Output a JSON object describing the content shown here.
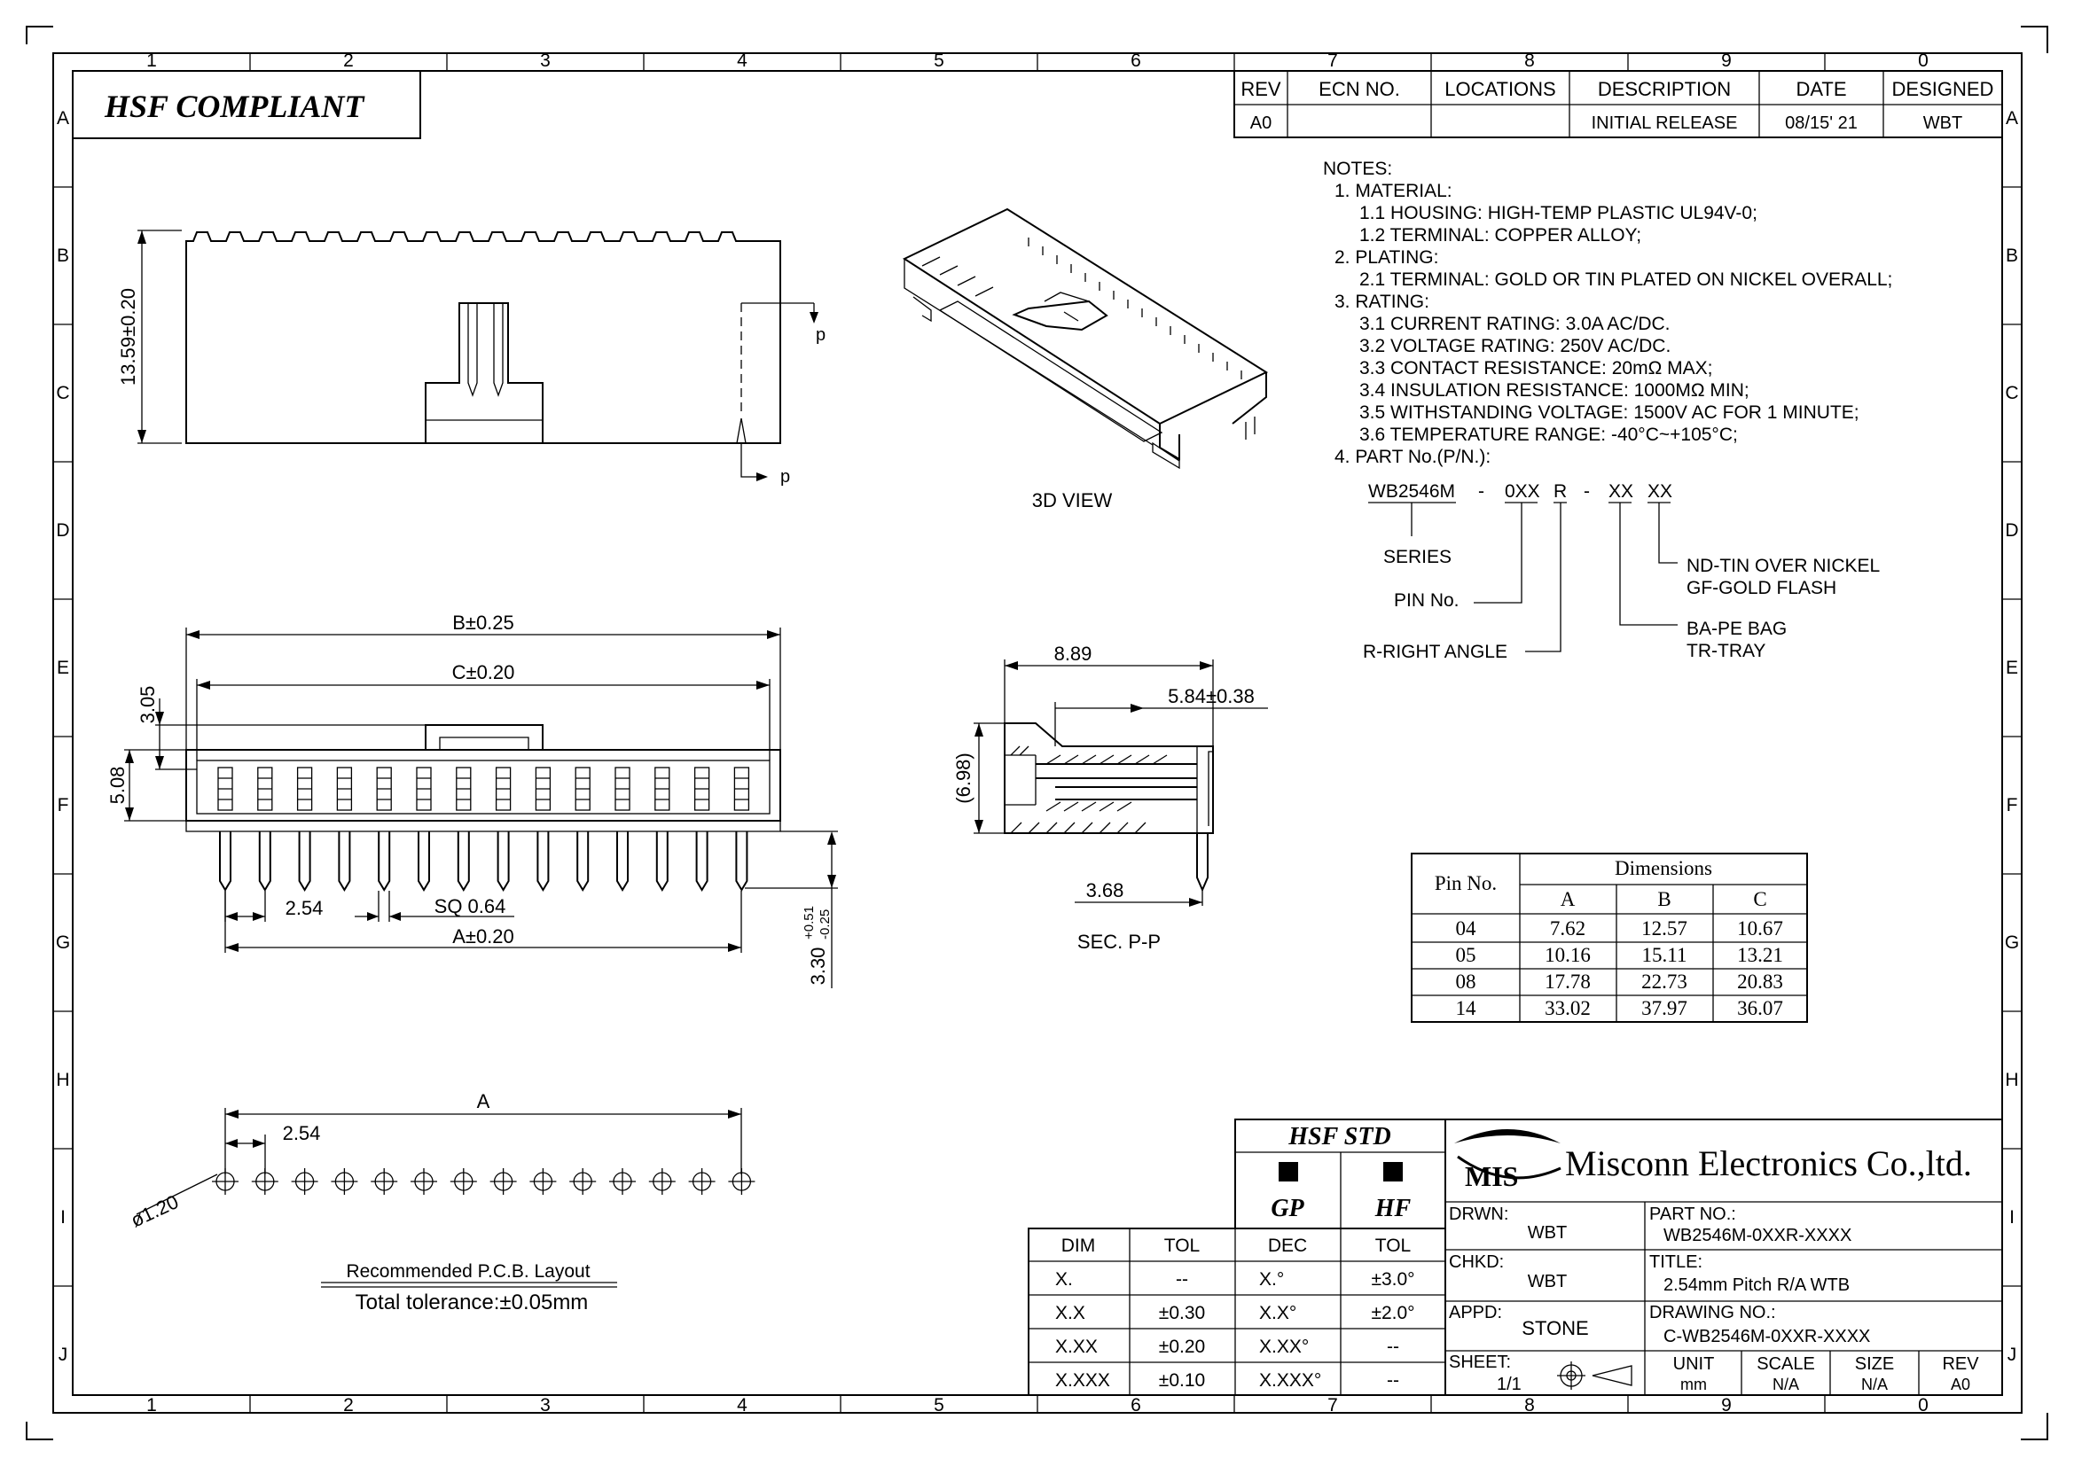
{
  "frame": {
    "cols_top": [
      "1",
      "2",
      "3",
      "4",
      "5",
      "6",
      "7",
      "8",
      "9",
      "0"
    ],
    "rows_left": [
      "A",
      "B",
      "C",
      "D",
      "E",
      "F",
      "G",
      "H",
      "I",
      "J"
    ]
  },
  "hsf_compliant": "HSF COMPLIANT",
  "revision_table": {
    "headers": [
      "REV",
      "ECN NO.",
      "LOCATIONS",
      "DESCRIPTION",
      "DATE",
      "DESIGNED"
    ],
    "row": [
      "A0",
      "",
      "",
      "INITIAL RELEASE",
      "08/15' 21",
      "WBT"
    ]
  },
  "notes": {
    "lines": [
      "NOTES:",
      "1. MATERIAL:",
      "1.1 HOUSING: HIGH-TEMP PLASTIC UL94V-0;",
      "1.2 TERMINAL: COPPER ALLOY;",
      "2. PLATING:",
      "2.1 TERMINAL: GOLD OR TIN PLATED ON NICKEL OVERALL;",
      "3. RATING:",
      "3.1 CURRENT RATING: 3.0A AC/DC.",
      "3.2 VOLTAGE RATING: 250V AC/DC.",
      "3.3 CONTACT RESISTANCE: 20mΩ MAX;",
      "3.4 INSULATION RESISTANCE: 1000MΩ MIN;",
      "3.5 WITHSTANDING VOLTAGE: 1500V AC FOR 1 MINUTE;",
      "3.6 TEMPERATURE RANGE: -40°C~+105°C;",
      "4. PART No.(P/N.):"
    ]
  },
  "part_number": {
    "segments": [
      "WB2546M",
      "-",
      "0XX",
      "R",
      "-",
      "XX",
      "XX"
    ],
    "series": "SERIES",
    "pin_no": "PIN No.",
    "right_angle": "R-RIGHT ANGLE",
    "packing_1": "BA-PE BAG",
    "packing_2": "TR-TRAY",
    "plating_1": "ND-TIN OVER NICKEL",
    "plating_2": "GF-GOLD FLASH"
  },
  "views": {
    "view_3d": "3D VIEW",
    "section": "SEC. P-P",
    "section_mark": "p",
    "pcb_title": "Recommended P.C.B. Layout",
    "pcb_tol": "Total tolerance:±0.05mm"
  },
  "dims": {
    "height_side": "13.59±0.20",
    "b": "B±0.25",
    "c": "C±0.20",
    "d305": "3.05",
    "d508": "5.08",
    "pitch": "2.54",
    "sq": "SQ 0.64",
    "a": "A±0.20",
    "tail": "3.30",
    "tail_up": "+0.51",
    "tail_dn": "-0.25",
    "s889": "8.89",
    "s584": "5.84±0.38",
    "s698": "(6.98)",
    "s368": "3.68",
    "pcb_a": "A",
    "pcb_pitch": "2.54",
    "hole": "ø1.20"
  },
  "dimensions_table": {
    "title": "Dimensions",
    "pin_header": "Pin No.",
    "cols": [
      "A",
      "B",
      "C"
    ],
    "rows": [
      [
        "04",
        "7.62",
        "12.57",
        "10.67"
      ],
      [
        "05",
        "10.16",
        "15.11",
        "13.21"
      ],
      [
        "08",
        "17.78",
        "22.73",
        "20.83"
      ],
      [
        "14",
        "33.02",
        "37.97",
        "36.07"
      ]
    ]
  },
  "tolerance_table": {
    "headers": [
      "DIM",
      "TOL",
      "DEC",
      "TOL"
    ],
    "rows": [
      [
        "X.",
        "--",
        "X.°",
        "±3.0°"
      ],
      [
        "X.X",
        "±0.30",
        "X.X°",
        "±2.0°"
      ],
      [
        "X.XX",
        "±0.20",
        "X.XX°",
        "--"
      ],
      [
        "X.XXX",
        "±0.10",
        "X.XXX°",
        "--"
      ]
    ]
  },
  "hsf_std": {
    "title": "HSF STD",
    "gp": "GP",
    "hf": "HF"
  },
  "title_block": {
    "logo": "MIS",
    "company": "Misconn Electronics Co.,ltd.",
    "drwn_label": "DRWN:",
    "drwn": "WBT",
    "chkd_label": "CHKD:",
    "chkd": "WBT",
    "appd_label": "APPD:",
    "appd": "STONE",
    "sheet_label": "SHEET:",
    "sheet": "1/1",
    "part_label": "PART NO.:",
    "part": "WB2546M-0XXR-XXXX",
    "title_label": "TITLE:",
    "title": "2.54mm Pitch R/A WTB",
    "drawing_label": "DRAWING NO.:",
    "drawing": "C-WB2546M-0XXR-XXXX",
    "unit_label": "UNIT",
    "unit": "mm",
    "scale_label": "SCALE",
    "scale": "N/A",
    "size_label": "SIZE",
    "size": "N/A",
    "rev_label": "REV",
    "rev": "A0"
  }
}
